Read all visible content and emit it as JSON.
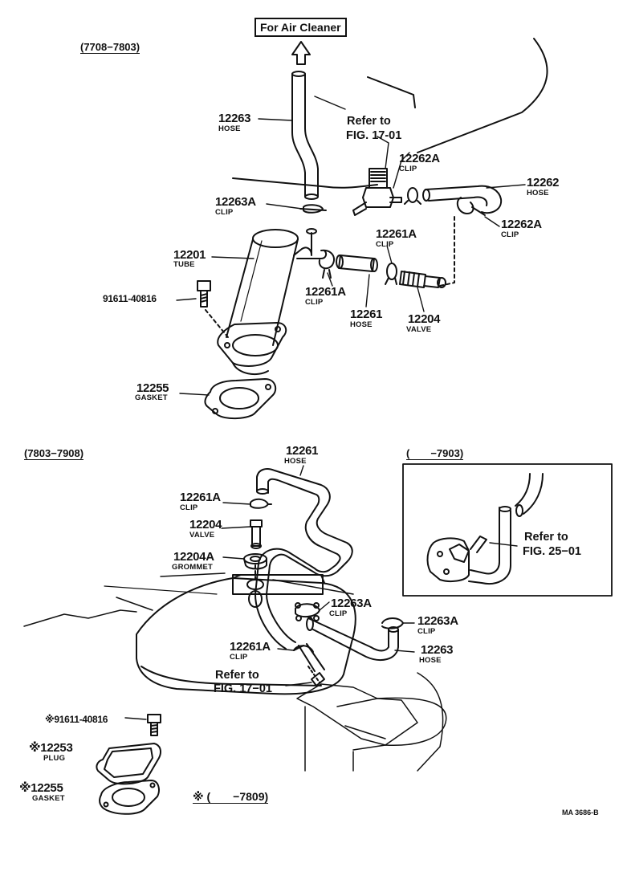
{
  "header_box": "For Air Cleaner",
  "ranges": {
    "top": "(7708−7803)",
    "bottom": "(7803−7908)",
    "inset": "(  −7903)",
    "note": "※ (  −7809)"
  },
  "refs": {
    "top": [
      "Refer to",
      "FIG. 17-01"
    ],
    "bottom": [
      "Refer to",
      "FIG. 17−01"
    ],
    "inset": [
      "Refer to",
      "FIG. 25−01"
    ]
  },
  "parts_top": [
    {
      "num": "12263",
      "name": "HOSE"
    },
    {
      "num": "12263A",
      "name": "CLIP"
    },
    {
      "num": "12262A",
      "name": "CLIP"
    },
    {
      "num": "12262",
      "name": "HOSE"
    },
    {
      "num": "12262A",
      "name": "CLIP"
    },
    {
      "num": "12201",
      "name": "TUBE"
    },
    {
      "num": "12261A",
      "name": "CLIP"
    },
    {
      "num": "12261A",
      "name": "CLIP"
    },
    {
      "num": "91611-40816",
      "name": ""
    },
    {
      "num": "12261",
      "name": "HOSE"
    },
    {
      "num": "12204",
      "name": "VALVE"
    },
    {
      "num": "12255",
      "name": "GASKET"
    }
  ],
  "parts_bottom": [
    {
      "num": "12261",
      "name": "HOSE"
    },
    {
      "num": "12261A",
      "name": "CLIP"
    },
    {
      "num": "12204",
      "name": "VALVE"
    },
    {
      "num": "12204A",
      "name": "GROMMET"
    },
    {
      "num": "12263A",
      "name": "CLIP"
    },
    {
      "num": "12263A",
      "name": "CLIP"
    },
    {
      "num": "12261A",
      "name": "CLIP"
    },
    {
      "num": "12263",
      "name": "HOSE"
    },
    {
      "num": "※91611-40816",
      "name": ""
    },
    {
      "num": "※12253",
      "name": "PLUG"
    },
    {
      "num": "※12255",
      "name": "GASKET"
    }
  ],
  "drawing_code": "MA 3686-B"
}
